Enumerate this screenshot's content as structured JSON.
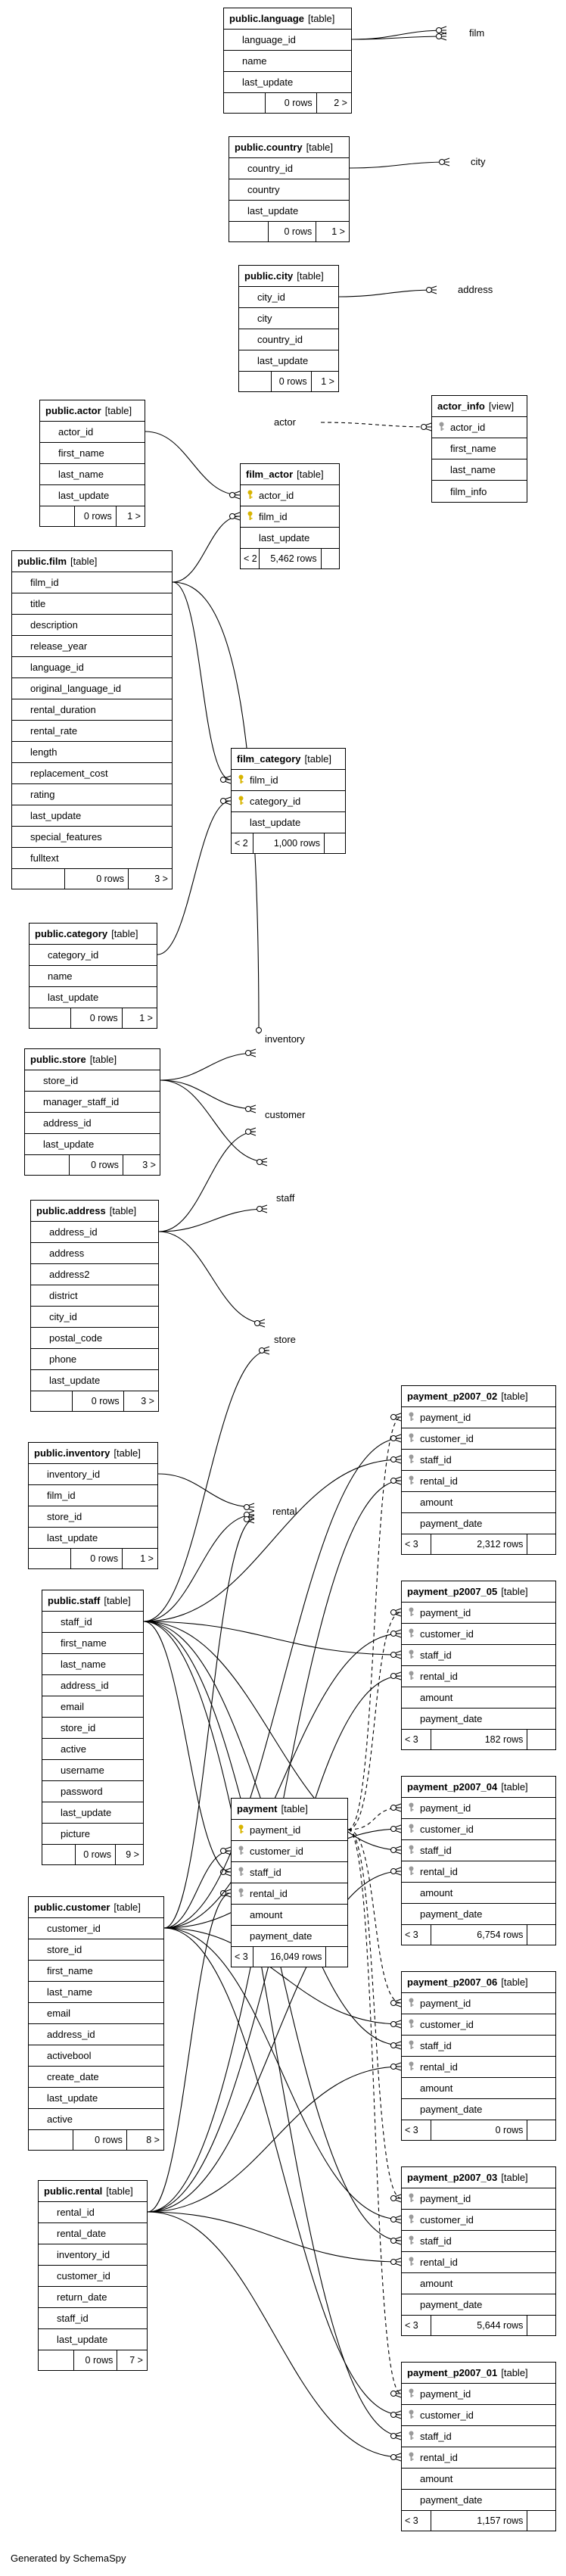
{
  "generated_by": "Generated by SchemaSpy",
  "tables": [
    {
      "id": "language",
      "name": "public.language",
      "kind": "[table]",
      "columns": [
        {
          "name": "language_id"
        },
        {
          "name": "name"
        },
        {
          "name": "last_update"
        }
      ],
      "foot": [
        "",
        "0 rows",
        "2 >"
      ]
    },
    {
      "id": "country",
      "name": "public.country",
      "kind": "[table]",
      "columns": [
        {
          "name": "country_id"
        },
        {
          "name": "country"
        },
        {
          "name": "last_update"
        }
      ],
      "foot": [
        "",
        "0 rows",
        "1 >"
      ]
    },
    {
      "id": "city",
      "name": "public.city",
      "kind": "[table]",
      "columns": [
        {
          "name": "city_id"
        },
        {
          "name": "city"
        },
        {
          "name": "country_id"
        },
        {
          "name": "last_update"
        }
      ],
      "foot": [
        "",
        "0 rows",
        "1 >"
      ]
    },
    {
      "id": "actor",
      "name": "public.actor",
      "kind": "[table]",
      "columns": [
        {
          "name": "actor_id"
        },
        {
          "name": "first_name"
        },
        {
          "name": "last_name"
        },
        {
          "name": "last_update"
        }
      ],
      "foot": [
        "",
        "0 rows",
        "1 >"
      ]
    },
    {
      "id": "actor_info",
      "name": "actor_info",
      "kind": "[view]",
      "columns": [
        {
          "name": "actor_id",
          "key": "fk"
        },
        {
          "name": "first_name"
        },
        {
          "name": "last_name"
        },
        {
          "name": "film_info"
        }
      ],
      "foot": []
    },
    {
      "id": "film_actor",
      "name": "film_actor",
      "kind": "[table]",
      "columns": [
        {
          "name": "actor_id",
          "key": "pk"
        },
        {
          "name": "film_id",
          "key": "pk"
        },
        {
          "name": "last_update"
        }
      ],
      "foot": [
        "< 2",
        "5,462 rows",
        ""
      ]
    },
    {
      "id": "film",
      "name": "public.film",
      "kind": "[table]",
      "columns": [
        {
          "name": "film_id"
        },
        {
          "name": "title"
        },
        {
          "name": "description"
        },
        {
          "name": "release_year"
        },
        {
          "name": "language_id"
        },
        {
          "name": "original_language_id"
        },
        {
          "name": "rental_duration"
        },
        {
          "name": "rental_rate"
        },
        {
          "name": "length"
        },
        {
          "name": "replacement_cost"
        },
        {
          "name": "rating"
        },
        {
          "name": "last_update"
        },
        {
          "name": "special_features"
        },
        {
          "name": "fulltext"
        }
      ],
      "foot": [
        "",
        "0 rows",
        "3 >"
      ]
    },
    {
      "id": "film_category",
      "name": "film_category",
      "kind": "[table]",
      "columns": [
        {
          "name": "film_id",
          "key": "pk"
        },
        {
          "name": "category_id",
          "key": "pk"
        },
        {
          "name": "last_update"
        }
      ],
      "foot": [
        "< 2",
        "1,000 rows",
        ""
      ]
    },
    {
      "id": "category",
      "name": "public.category",
      "kind": "[table]",
      "columns": [
        {
          "name": "category_id"
        },
        {
          "name": "name"
        },
        {
          "name": "last_update"
        }
      ],
      "foot": [
        "",
        "0 rows",
        "1 >"
      ]
    },
    {
      "id": "store",
      "name": "public.store",
      "kind": "[table]",
      "columns": [
        {
          "name": "store_id"
        },
        {
          "name": "manager_staff_id"
        },
        {
          "name": "address_id"
        },
        {
          "name": "last_update"
        }
      ],
      "foot": [
        "",
        "0 rows",
        "3 >"
      ]
    },
    {
      "id": "address",
      "name": "public.address",
      "kind": "[table]",
      "columns": [
        {
          "name": "address_id"
        },
        {
          "name": "address"
        },
        {
          "name": "address2"
        },
        {
          "name": "district"
        },
        {
          "name": "city_id"
        },
        {
          "name": "postal_code"
        },
        {
          "name": "phone"
        },
        {
          "name": "last_update"
        }
      ],
      "foot": [
        "",
        "0 rows",
        "3 >"
      ]
    },
    {
      "id": "inventory",
      "name": "public.inventory",
      "kind": "[table]",
      "columns": [
        {
          "name": "inventory_id"
        },
        {
          "name": "film_id"
        },
        {
          "name": "store_id"
        },
        {
          "name": "last_update"
        }
      ],
      "foot": [
        "",
        "0 rows",
        "1 >"
      ]
    },
    {
      "id": "staff",
      "name": "public.staff",
      "kind": "[table]",
      "columns": [
        {
          "name": "staff_id"
        },
        {
          "name": "first_name"
        },
        {
          "name": "last_name"
        },
        {
          "name": "address_id"
        },
        {
          "name": "email"
        },
        {
          "name": "store_id"
        },
        {
          "name": "active"
        },
        {
          "name": "username"
        },
        {
          "name": "password"
        },
        {
          "name": "last_update"
        },
        {
          "name": "picture"
        }
      ],
      "foot": [
        "",
        "0 rows",
        "9 >"
      ]
    },
    {
      "id": "customer",
      "name": "public.customer",
      "kind": "[table]",
      "columns": [
        {
          "name": "customer_id"
        },
        {
          "name": "store_id"
        },
        {
          "name": "first_name"
        },
        {
          "name": "last_name"
        },
        {
          "name": "email"
        },
        {
          "name": "address_id"
        },
        {
          "name": "activebool"
        },
        {
          "name": "create_date"
        },
        {
          "name": "last_update"
        },
        {
          "name": "active"
        }
      ],
      "foot": [
        "",
        "0 rows",
        "8 >"
      ]
    },
    {
      "id": "rental",
      "name": "public.rental",
      "kind": "[table]",
      "columns": [
        {
          "name": "rental_id"
        },
        {
          "name": "rental_date"
        },
        {
          "name": "inventory_id"
        },
        {
          "name": "customer_id"
        },
        {
          "name": "return_date"
        },
        {
          "name": "staff_id"
        },
        {
          "name": "last_update"
        }
      ],
      "foot": [
        "",
        "0 rows",
        "7 >"
      ]
    },
    {
      "id": "payment",
      "name": "payment",
      "kind": "[table]",
      "columns": [
        {
          "name": "payment_id",
          "key": "pk"
        },
        {
          "name": "customer_id",
          "key": "fk"
        },
        {
          "name": "staff_id",
          "key": "fk"
        },
        {
          "name": "rental_id",
          "key": "fk"
        },
        {
          "name": "amount"
        },
        {
          "name": "payment_date"
        }
      ],
      "foot": [
        "< 3",
        "16,049 rows",
        ""
      ]
    },
    {
      "id": "p02",
      "name": "payment_p2007_02",
      "kind": "[table]",
      "columns": [
        {
          "name": "payment_id",
          "key": "fk"
        },
        {
          "name": "customer_id",
          "key": "fk"
        },
        {
          "name": "staff_id",
          "key": "fk"
        },
        {
          "name": "rental_id",
          "key": "fk"
        },
        {
          "name": "amount"
        },
        {
          "name": "payment_date"
        }
      ],
      "foot": [
        "< 3",
        "2,312 rows",
        ""
      ]
    },
    {
      "id": "p05",
      "name": "payment_p2007_05",
      "kind": "[table]",
      "columns": [
        {
          "name": "payment_id",
          "key": "fk"
        },
        {
          "name": "customer_id",
          "key": "fk"
        },
        {
          "name": "staff_id",
          "key": "fk"
        },
        {
          "name": "rental_id",
          "key": "fk"
        },
        {
          "name": "amount"
        },
        {
          "name": "payment_date"
        }
      ],
      "foot": [
        "< 3",
        "182 rows",
        ""
      ]
    },
    {
      "id": "p04",
      "name": "payment_p2007_04",
      "kind": "[table]",
      "columns": [
        {
          "name": "payment_id",
          "key": "fk"
        },
        {
          "name": "customer_id",
          "key": "fk"
        },
        {
          "name": "staff_id",
          "key": "fk"
        },
        {
          "name": "rental_id",
          "key": "fk"
        },
        {
          "name": "amount"
        },
        {
          "name": "payment_date"
        }
      ],
      "foot": [
        "< 3",
        "6,754 rows",
        ""
      ]
    },
    {
      "id": "p06",
      "name": "payment_p2007_06",
      "kind": "[table]",
      "columns": [
        {
          "name": "payment_id",
          "key": "fk"
        },
        {
          "name": "customer_id",
          "key": "fk"
        },
        {
          "name": "staff_id",
          "key": "fk"
        },
        {
          "name": "rental_id",
          "key": "fk"
        },
        {
          "name": "amount"
        },
        {
          "name": "payment_date"
        }
      ],
      "foot": [
        "< 3",
        "0 rows",
        ""
      ]
    },
    {
      "id": "p03",
      "name": "payment_p2007_03",
      "kind": "[table]",
      "columns": [
        {
          "name": "payment_id",
          "key": "fk"
        },
        {
          "name": "customer_id",
          "key": "fk"
        },
        {
          "name": "staff_id",
          "key": "fk"
        },
        {
          "name": "rental_id",
          "key": "fk"
        },
        {
          "name": "amount"
        },
        {
          "name": "payment_date"
        }
      ],
      "foot": [
        "< 3",
        "5,644 rows",
        ""
      ]
    },
    {
      "id": "p01",
      "name": "payment_p2007_01",
      "kind": "[table]",
      "columns": [
        {
          "name": "payment_id",
          "key": "fk"
        },
        {
          "name": "customer_id",
          "key": "fk"
        },
        {
          "name": "staff_id",
          "key": "fk"
        },
        {
          "name": "rental_id",
          "key": "fk"
        },
        {
          "name": "amount"
        },
        {
          "name": "payment_date"
        }
      ],
      "foot": [
        "< 3",
        "1,157 rows",
        ""
      ]
    }
  ],
  "external_labels": [
    {
      "id": "film",
      "text": "film"
    },
    {
      "id": "city",
      "text": "city"
    },
    {
      "id": "address",
      "text": "address"
    },
    {
      "id": "actor",
      "text": "actor"
    },
    {
      "id": "inventory",
      "text": "inventory"
    },
    {
      "id": "customer",
      "text": "customer"
    },
    {
      "id": "staff",
      "text": "staff"
    },
    {
      "id": "store",
      "text": "store"
    },
    {
      "id": "rental",
      "text": "rental"
    }
  ]
}
